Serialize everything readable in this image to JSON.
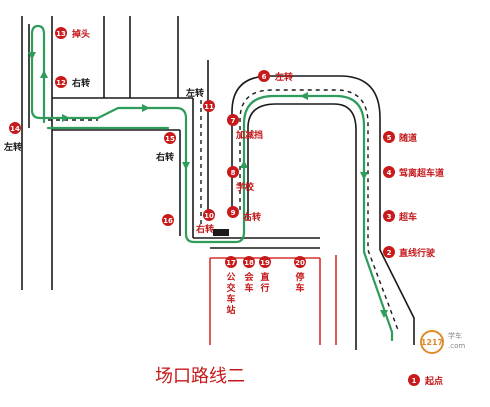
{
  "title": "场口路线二",
  "stations": [
    {
      "num": "1",
      "label": "起点"
    },
    {
      "num": "2",
      "label": "直线行驶"
    },
    {
      "num": "3",
      "label": "超车"
    },
    {
      "num": "4",
      "label": "驾离超车道"
    },
    {
      "num": "5",
      "label": "随道"
    },
    {
      "num": "6",
      "label": "左转"
    },
    {
      "num": "7",
      "label": "加减挡"
    },
    {
      "num": "8",
      "label": "学校"
    },
    {
      "num": "9",
      "label": "右转"
    },
    {
      "num": "10",
      "label": "右转"
    },
    {
      "num": "11",
      "label": "左转"
    },
    {
      "num": "12",
      "label": "右转"
    },
    {
      "num": "13",
      "label": "掉头"
    },
    {
      "num": "14",
      "label": "左转"
    },
    {
      "num": "15",
      "label": "右转"
    },
    {
      "num": "16",
      "label": ""
    },
    {
      "num": "17",
      "label": "公交车站"
    },
    {
      "num": "18",
      "label": "会车"
    },
    {
      "num": "19",
      "label": "直行"
    },
    {
      "num": "20",
      "label": "停车"
    }
  ],
  "logo": {
    "text": "1217",
    "sub": "学车",
    "domain": ".com"
  },
  "colors": {
    "road": "#1a1a1a",
    "route": "#2e9c5a",
    "marker": "#c8191b",
    "redline": "#d8322b"
  }
}
